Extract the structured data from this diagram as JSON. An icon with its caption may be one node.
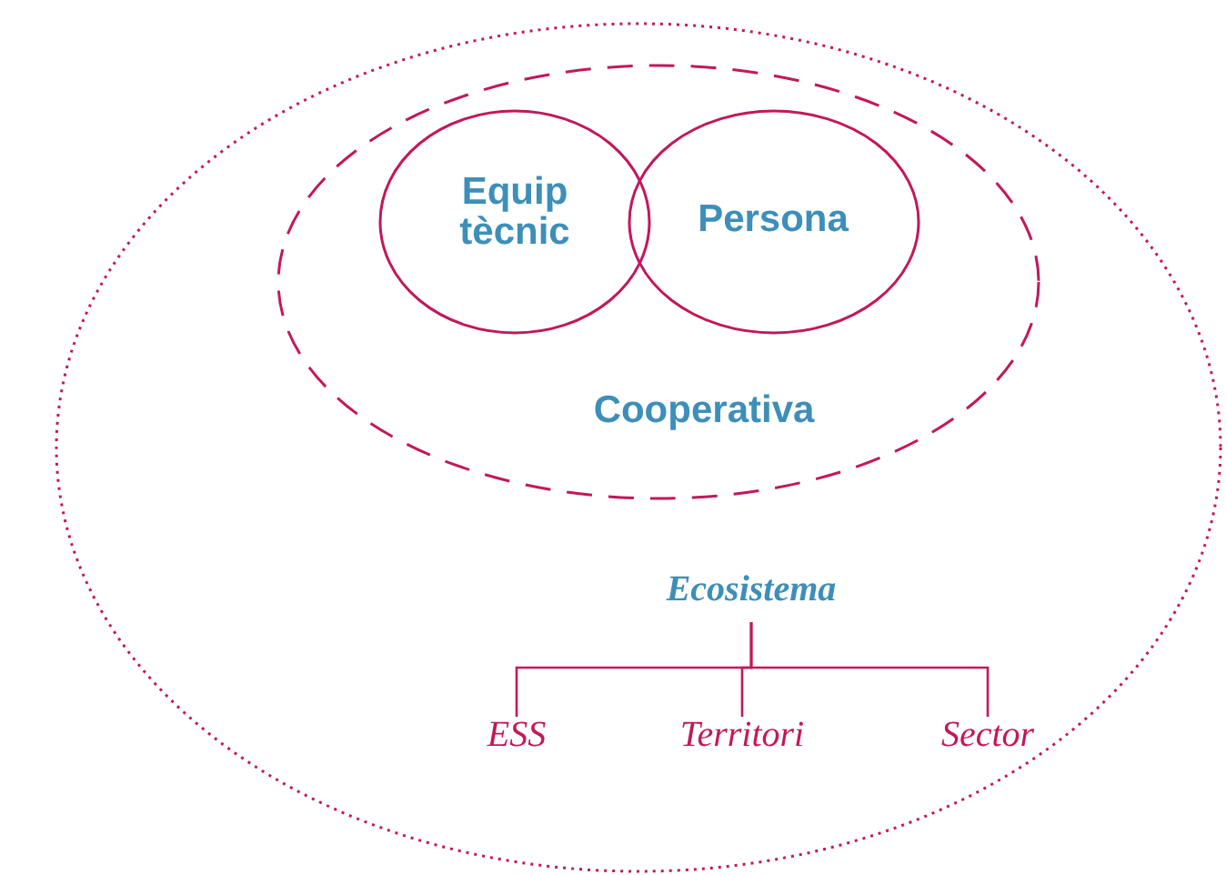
{
  "diagram": {
    "nodes": [
      {
        "text": [],
        "shape": "ellipse"
      },
      {
        "text": [
          "Cooperativa"
        ],
        "in": 0
      },
      {
        "text": [
          "Equip tècnic"
        ],
        "in": 1
      },
      {
        "text": [
          "Persona"
        ],
        "in": 1
      },
      {
        "text": [
          "Ecosistema"
        ],
        "in": 0
      },
      {
        "text": [
          "ESS"
        ],
        "in": 0
      },
      {
        "text": [
          "Territori"
        ],
        "in": 0
      },
      {
        "text": [
          "Sector"
        ],
        "in": 0
      }
    ],
    "edges": [
      {
        "from": 4,
        "to": 5,
        "arrow": "none"
      },
      {
        "from": 4,
        "to": 6,
        "arrow": "none"
      },
      {
        "from": 4,
        "to": 7,
        "arrow": "none"
      }
    ]
  }
}
